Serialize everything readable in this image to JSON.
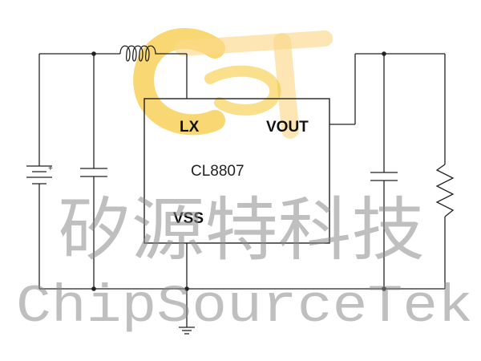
{
  "ic": {
    "part_number": "CL8807",
    "pins": {
      "lx": "LX",
      "vout": "VOUT",
      "vss": "VSS"
    }
  },
  "battery": {
    "plus_sign": "+"
  },
  "watermark": {
    "logo_text": "CT",
    "chinese": "矽源特科技",
    "english": "ChipSourceTek",
    "logo_colors": [
      "#f4b800",
      "#fcd98a"
    ]
  },
  "colors": {
    "wire": "#222222",
    "watermark_gray": "#8a8a8a"
  }
}
